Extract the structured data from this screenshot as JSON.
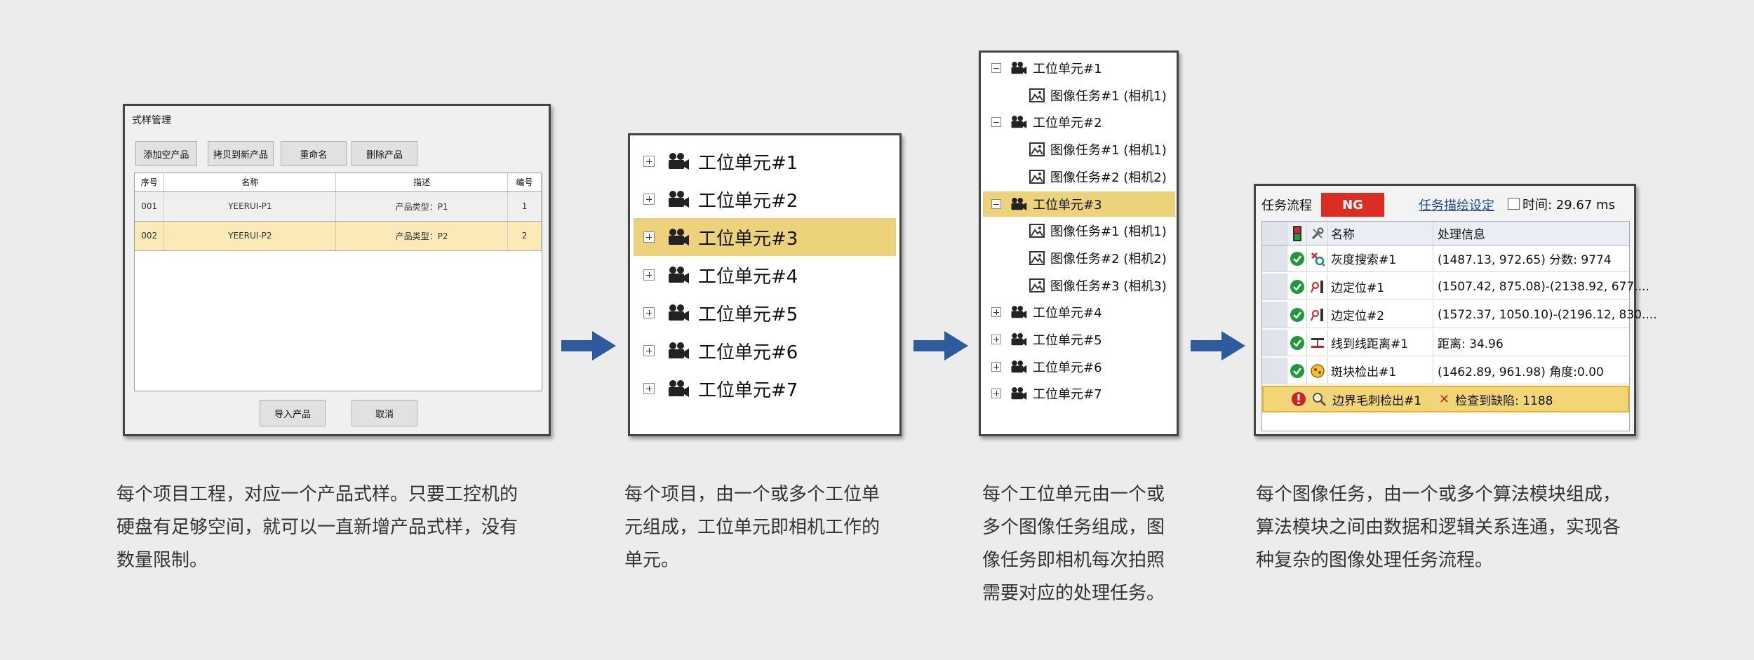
{
  "panel1": {
    "title": "式样管理",
    "buttons": [
      "添加空产品",
      "拷贝到新产品",
      "重命名",
      "删除产品"
    ],
    "columns": [
      "序号",
      "名称",
      "描述",
      "编号"
    ],
    "rows": [
      {
        "index": "001",
        "name": "YEERUI-P1",
        "desc": "产品类型：P1",
        "num": "1"
      },
      {
        "index": "002",
        "name": "YEERUI-P2",
        "desc": "产品类型：P2",
        "num": "2"
      }
    ],
    "import_button": "导入产品",
    "cancel_button": "取消"
  },
  "panel2": {
    "units": [
      "工位单元#1",
      "工位单元#2",
      "工位单元#3",
      "工位单元#4",
      "工位单元#5",
      "工位单元#6",
      "工位单元#7"
    ],
    "selected": "工位单元#3"
  },
  "panel3": {
    "tree": [
      {
        "type": "unit",
        "expanded": true,
        "label": "工位单元#1"
      },
      {
        "type": "task",
        "label": "图像任务#1 (相机1)"
      },
      {
        "type": "unit",
        "expanded": true,
        "label": "工位单元#2"
      },
      {
        "type": "task",
        "label": "图像任务#1 (相机1)"
      },
      {
        "type": "task",
        "label": "图像任务#2 (相机2)"
      },
      {
        "type": "unit",
        "expanded": true,
        "label": "工位单元#3",
        "selected": true
      },
      {
        "type": "task",
        "label": "图像任务#1 (相机1)"
      },
      {
        "type": "task",
        "label": "图像任务#2 (相机2)"
      },
      {
        "type": "task",
        "label": "图像任务#3 (相机3)"
      },
      {
        "type": "unit",
        "expanded": false,
        "label": "工位单元#4"
      },
      {
        "type": "unit",
        "expanded": false,
        "label": "工位单元#5"
      },
      {
        "type": "unit",
        "expanded": false,
        "label": "工位单元#6"
      },
      {
        "type": "unit",
        "expanded": false,
        "label": "工位单元#7"
      }
    ]
  },
  "panel4": {
    "title": "任务流程",
    "status": "NG",
    "link": "任务描绘设定",
    "time_label": "时间: 29.67 ms",
    "col_name": "名称",
    "col_info": "处理信息",
    "rows": [
      {
        "status": "ok",
        "tool": "gray-search-icon",
        "name": "灰度搜索#1",
        "info": "(1487.13, 972.65) 分数: 9774"
      },
      {
        "status": "ok",
        "tool": "edge-locate-icon",
        "name": "边定位#1",
        "info": "(1507.42, 875.08)-(2138.92, 677...."
      },
      {
        "status": "ok",
        "tool": "edge-locate-icon",
        "name": "边定位#2",
        "info": "(1572.37, 1050.10)-(2196.12, 830...."
      },
      {
        "status": "ok",
        "tool": "line-distance-icon",
        "name": "线到线距离#1",
        "info": "距离: 34.96"
      },
      {
        "status": "ok",
        "tool": "blob-icon",
        "name": "斑块检出#1",
        "info": "(1462.89, 961.98) 角度:0.00"
      },
      {
        "status": "error",
        "tool": "magnifier-icon",
        "name": "边界毛刺检出#1",
        "info": "检查到缺陷: 1188"
      }
    ]
  },
  "colors": {
    "selected": "#ecd27a",
    "ng": "#dd2d22",
    "ok": "#1f9a3a",
    "arrow": "#2d5b9d"
  },
  "captions": [
    [
      "每个项目工程，对应一个产品式样。只要工控机的",
      "硬盘有足够空间，就可以一直新增产品式样，没有",
      "数量限制。"
    ],
    [
      "每个项目，由一个或多个工位单",
      "元组成，工位单元即相机工作的",
      "单元。"
    ],
    [
      "每个工位单元由一个或",
      "多个图像任务组成，图",
      "像任务即相机每次拍照",
      "需要对应的处理任务。"
    ],
    [
      "每个图像任务，由一个或多个算法模块组成，",
      "算法模块之间由数据和逻辑关系连通，实现各",
      "种复杂的图像处理任务流程。"
    ]
  ]
}
